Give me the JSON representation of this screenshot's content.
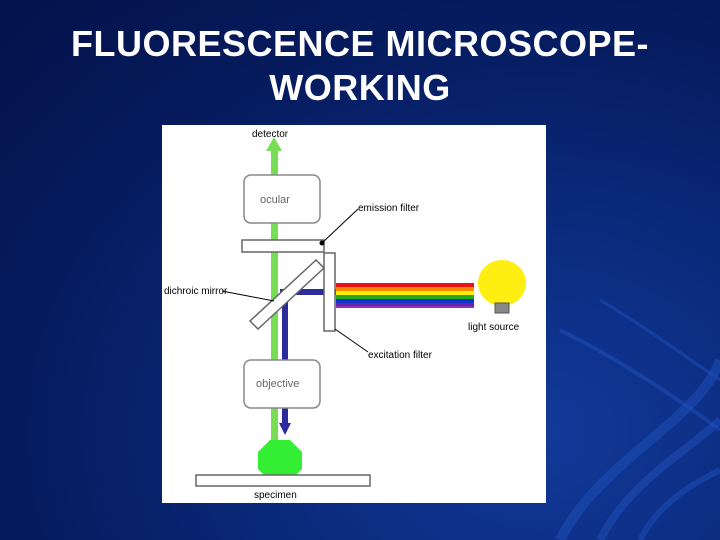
{
  "slide": {
    "title_line1": "FLUORESCENCE MICROSCOPE-",
    "title_line2": "WORKING"
  },
  "diagram": {
    "labels": {
      "detector": "detector",
      "ocular": "ocular",
      "emission_filter": "emission filter",
      "dichroic_mirror": "dichroic mirror",
      "light_source": "light source",
      "excitation_filter": "excitation filter",
      "objective": "objective",
      "specimen": "specimen"
    },
    "colors": {
      "emission_light": "#77dd55",
      "excitation_light": "#2b2b9c",
      "specimen": "#33ee33",
      "bulb": "#ffee11",
      "spectrum": [
        "#ee1111",
        "#ff8800",
        "#ffee00",
        "#22aa22",
        "#1133cc",
        "#6622aa",
        "#8833bb"
      ]
    }
  }
}
